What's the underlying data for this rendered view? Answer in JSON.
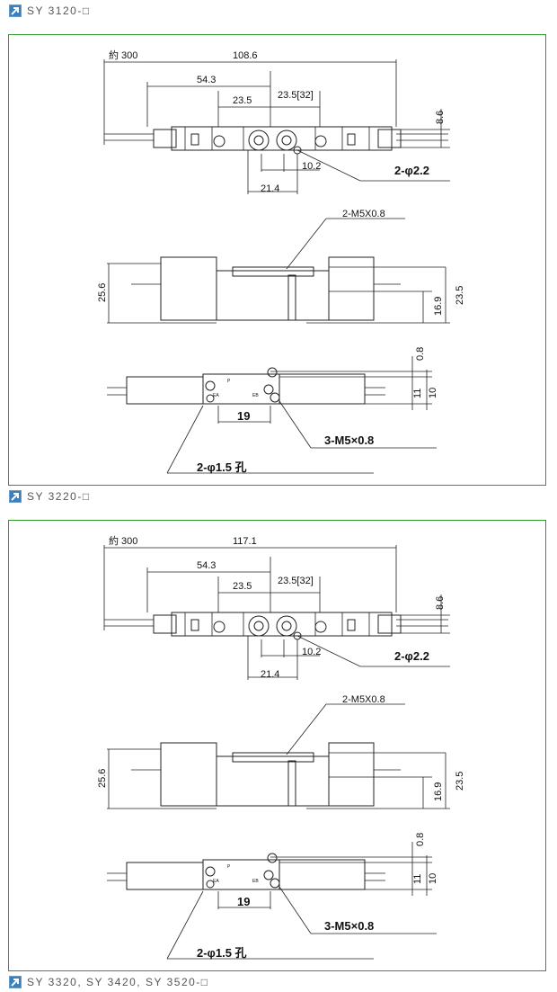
{
  "sections": [
    {
      "title": "SY 3120-□",
      "icon": "arrow-link-icon",
      "labels": {
        "cable": "約 300",
        "overall": "108.6",
        "half": "54.3",
        "pitch_left": "23.5",
        "pitch_right": "23.5[32]",
        "h_top": "8.6",
        "port_pitch": "10.2",
        "hole_top": "2-φ2.2",
        "port_span": "21.4",
        "port_side": "2-M5X0.8",
        "h_total": "25.6",
        "h_mid": "16.9",
        "h_right": "23.5",
        "h_small": "0.8",
        "h_11": "11",
        "h_10": "10",
        "bottom_pitch": "19",
        "exhaust_ports": "3-M5×0.8",
        "hole_bottom": "2-φ1.5 孔",
        "port_p": "P",
        "port_ea": "EA",
        "port_eb": "EB"
      }
    },
    {
      "title": "SY 3220-□",
      "icon": "arrow-link-icon",
      "labels": {
        "cable": "約 300",
        "overall": "117.1",
        "half": "54.3",
        "pitch_left": "23.5",
        "pitch_right": "23.5[32]",
        "h_top": "8.6",
        "port_pitch": "10.2",
        "hole_top": "2-φ2.2",
        "port_span": "21.4",
        "port_side": "2-M5X0.8",
        "h_total": "25.6",
        "h_mid": "16.9",
        "h_right": "23.5",
        "h_small": "0.8",
        "h_11": "11",
        "h_10": "10",
        "bottom_pitch": "19",
        "exhaust_ports": "3-M5×0.8",
        "hole_bottom": "2-φ1.5 孔",
        "port_p": "P",
        "port_ea": "EA",
        "port_eb": "EB"
      }
    },
    {
      "title": "SY 3320, SY 3420, SY 3520-□",
      "icon": "arrow-link-icon"
    }
  ],
  "colors": {
    "border": "#2a9a2a",
    "icon": "#3d7fb8",
    "text": "#555555"
  }
}
